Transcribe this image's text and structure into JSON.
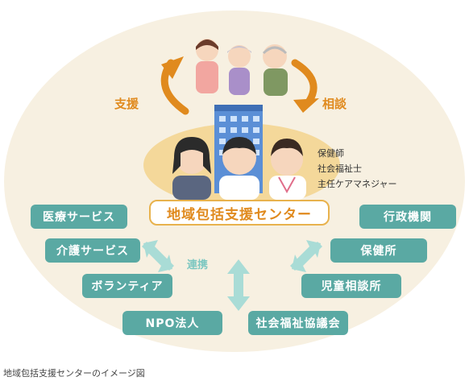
{
  "diagram": {
    "center_label": "地域包括支援センター",
    "arrow_left_label": "支援",
    "arrow_right_label": "相談",
    "cooperation_label": "連携",
    "staff_roles": [
      "保健師",
      "社会福祉士",
      "主任ケアマネジャー"
    ],
    "left_services": [
      "医療サービス",
      "介護サービス",
      "ボランティア",
      "NPO法人"
    ],
    "right_services": [
      "行政機関",
      "保健所",
      "児童相談所",
      "社会福祉協議会"
    ]
  },
  "caption": "地域包括支援センターのイメージ図",
  "colors": {
    "outer_ellipse": "#f7f0e1",
    "inner_ellipse": "#f4d89a",
    "teal": "#5aa9a3",
    "orange": "#e08a1e",
    "light_teal_arrow": "#a9dcd6",
    "building": "#5b8fd6"
  }
}
